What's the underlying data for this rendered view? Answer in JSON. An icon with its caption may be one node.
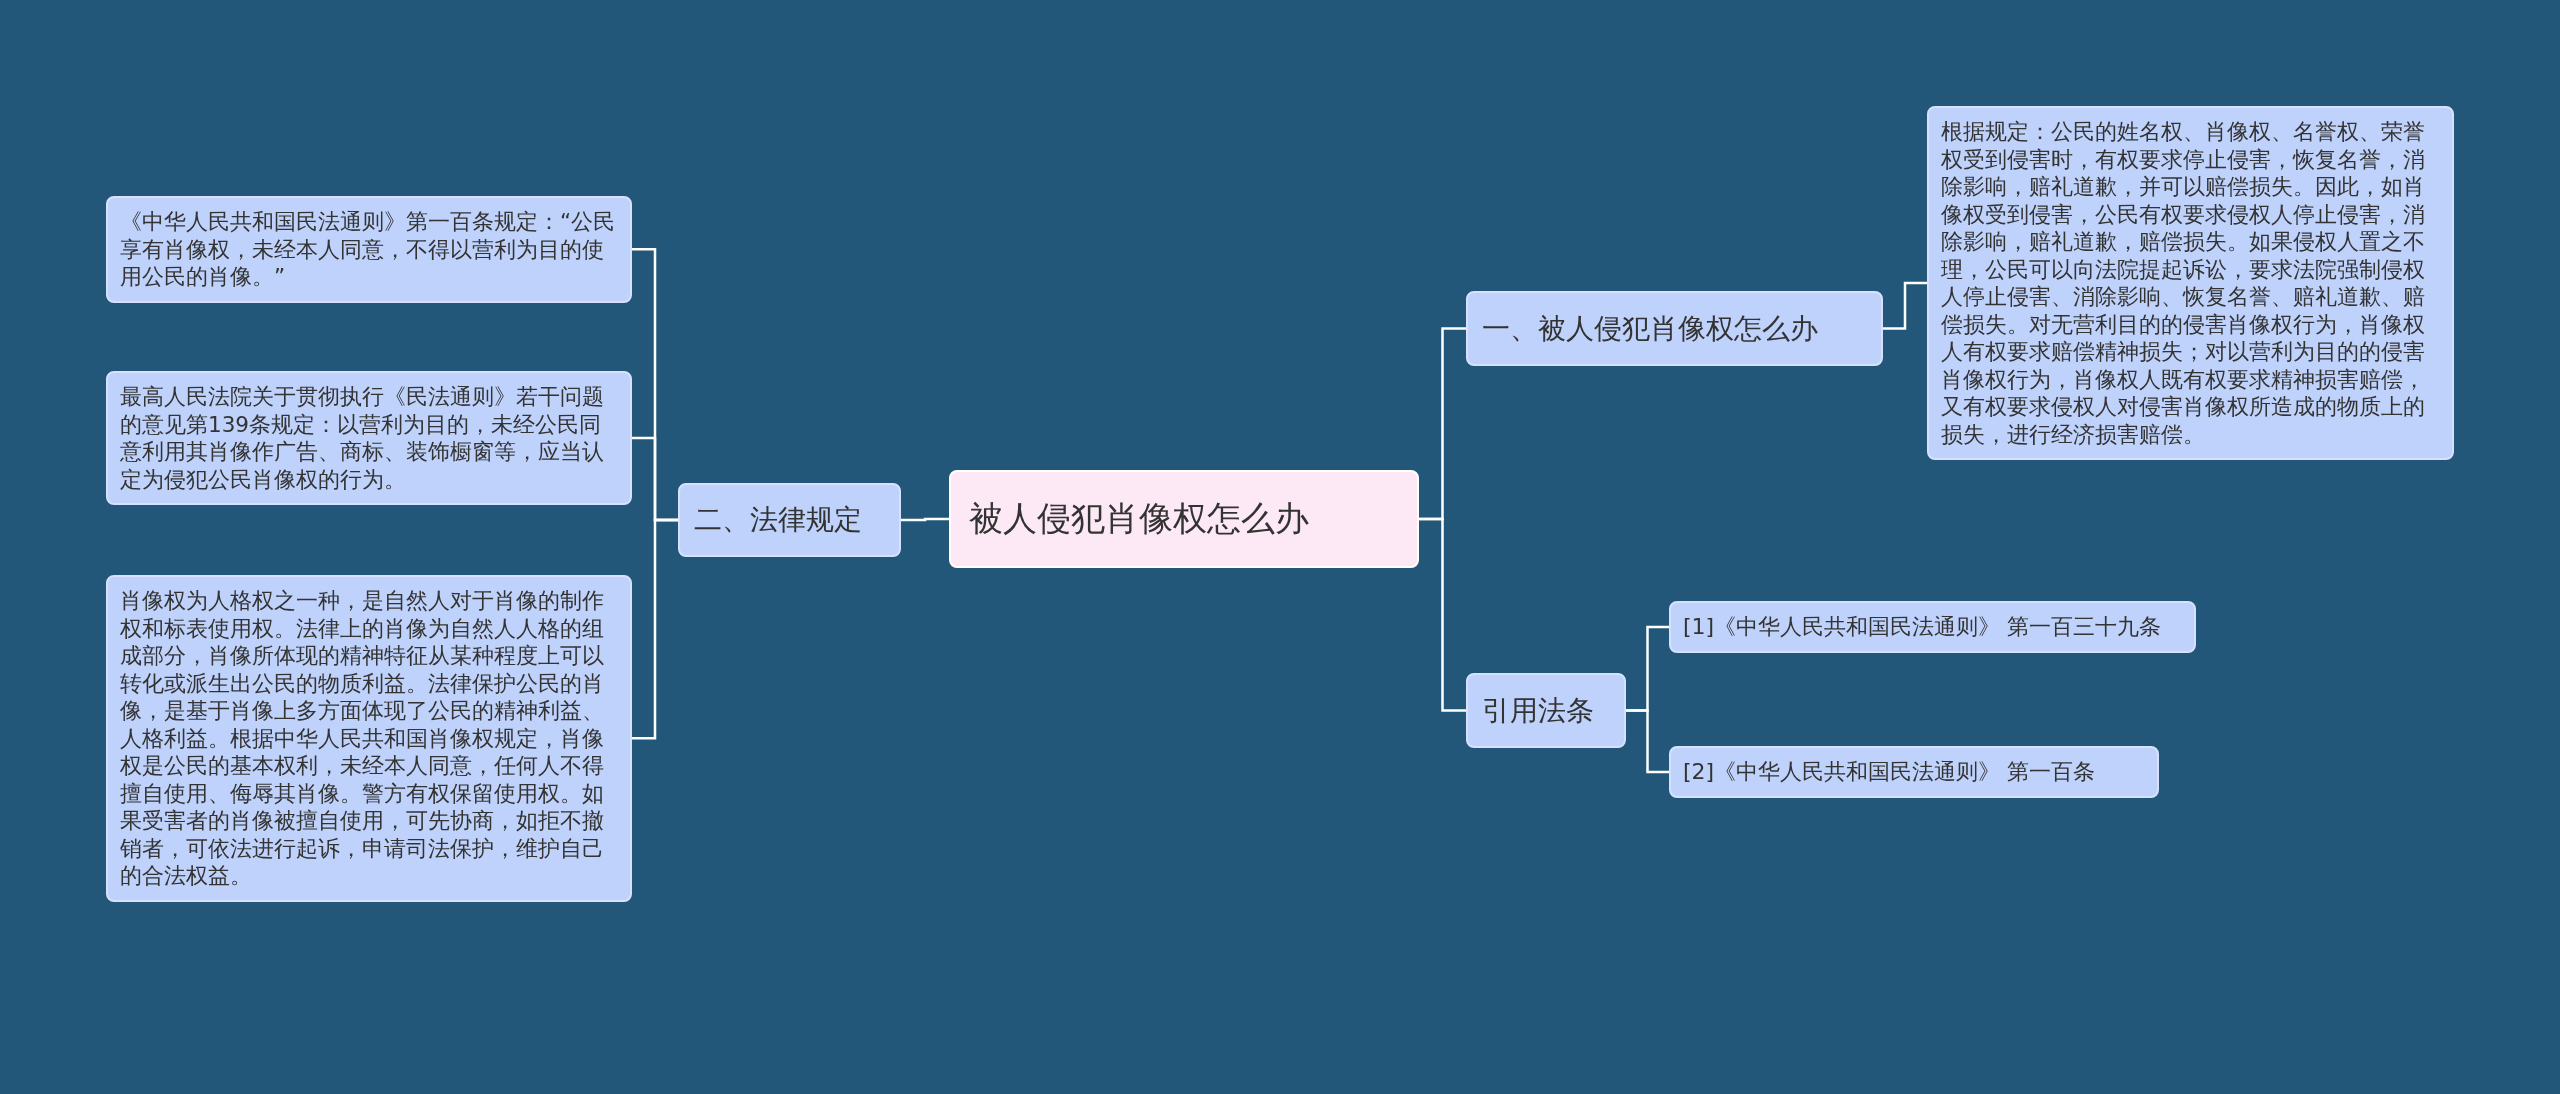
{
  "diagram": {
    "nodes": [
      {
        "text": [
          "被人侵犯肖像权怎么办"
        ]
      },
      {
        "text": [
          "一、被人侵犯肖像权怎么办"
        ]
      },
      {
        "text": [
          "根据规定：公民的姓名权、肖像权、名誉权、荣誉权受到侵害时，有权要求停止侵害，恢复名誉，消除影响，赔礼道歉，并可以赔偿损失。因此，如肖像权受到侵害，公民有权要求侵权人停止侵害，消除影响，赔礼道歉，赔偿损失。如果侵权人置之不理，公民可以向法院提起诉讼，要求法院强制侵权人停止侵害、消除影响、恢复名誉、赔礼道歉、赔偿损失。对无营利目的的侵害肖像权行为，肖像权人有权要求赔偿精神损失；对以营利为目的的侵害肖像权行为，肖像权人既有权要求精神损害赔偿，又有权要求侵权人对侵害肖像权所造成的物质上的损失，进行经济损害赔偿。"
        ]
      },
      {
        "text": [
          "引用法条"
        ]
      },
      {
        "text": [
          "[1]《中华人民共和国民法通则》 第一百三十九条"
        ]
      },
      {
        "text": [
          "[2]《中华人民共和国民法通则》 第一百条"
        ]
      },
      {
        "text": [
          "二、法律规定"
        ]
      },
      {
        "text": [
          "《中华人民共和国民法通则》第一百条规定：“公民享有肖像权，未经本人同意，不得以营利为目的使用公民的肖像。”"
        ]
      },
      {
        "text": [
          "最高人民法院关于贯彻执行《民法通则》若干问题的意见第139条规定：以营利为目的，未经公民同意利用其肖像作广告、商标、装饰橱窗等，应当认定为侵犯公民肖像权的行为。"
        ]
      },
      {
        "text": [
          "肖像权为人格权之一种，是自然人对于肖像的制作权和标表使用权。法律上的肖像为自然人人格的组成部分，肖像所体现的精神特征从某种程度上可以转化或派生出公民的物质利益。法律保护公民的肖像，是基于肖像上多方面体现了公民的精神利益、人格利益。根据中华人民共和国肖像权规定，肖像权是公民的基本权利，未经本人同意，任何人不得擅自使用、侮辱其肖像。警方有权保留使用权。如果受害者的肖像被擅自使用，可先协商，如拒不撤销者，可依法进行起诉，申请司法保护，维护自己的合法权益。"
        ]
      }
    ],
    "edges": [
      {
        "from": 0,
        "to": 1,
        "arrow": "none"
      },
      {
        "from": 0,
        "to": 3,
        "arrow": "none"
      },
      {
        "from": 0,
        "to": 6,
        "arrow": "none"
      },
      {
        "from": 1,
        "to": 2,
        "arrow": "none"
      },
      {
        "from": 3,
        "to": 4,
        "arrow": "none"
      },
      {
        "from": 3,
        "to": 5,
        "arrow": "none"
      },
      {
        "from": 6,
        "to": 7,
        "arrow": "none"
      },
      {
        "from": 6,
        "to": 8,
        "arrow": "none"
      },
      {
        "from": 6,
        "to": 9,
        "arrow": "none"
      }
    ]
  }
}
